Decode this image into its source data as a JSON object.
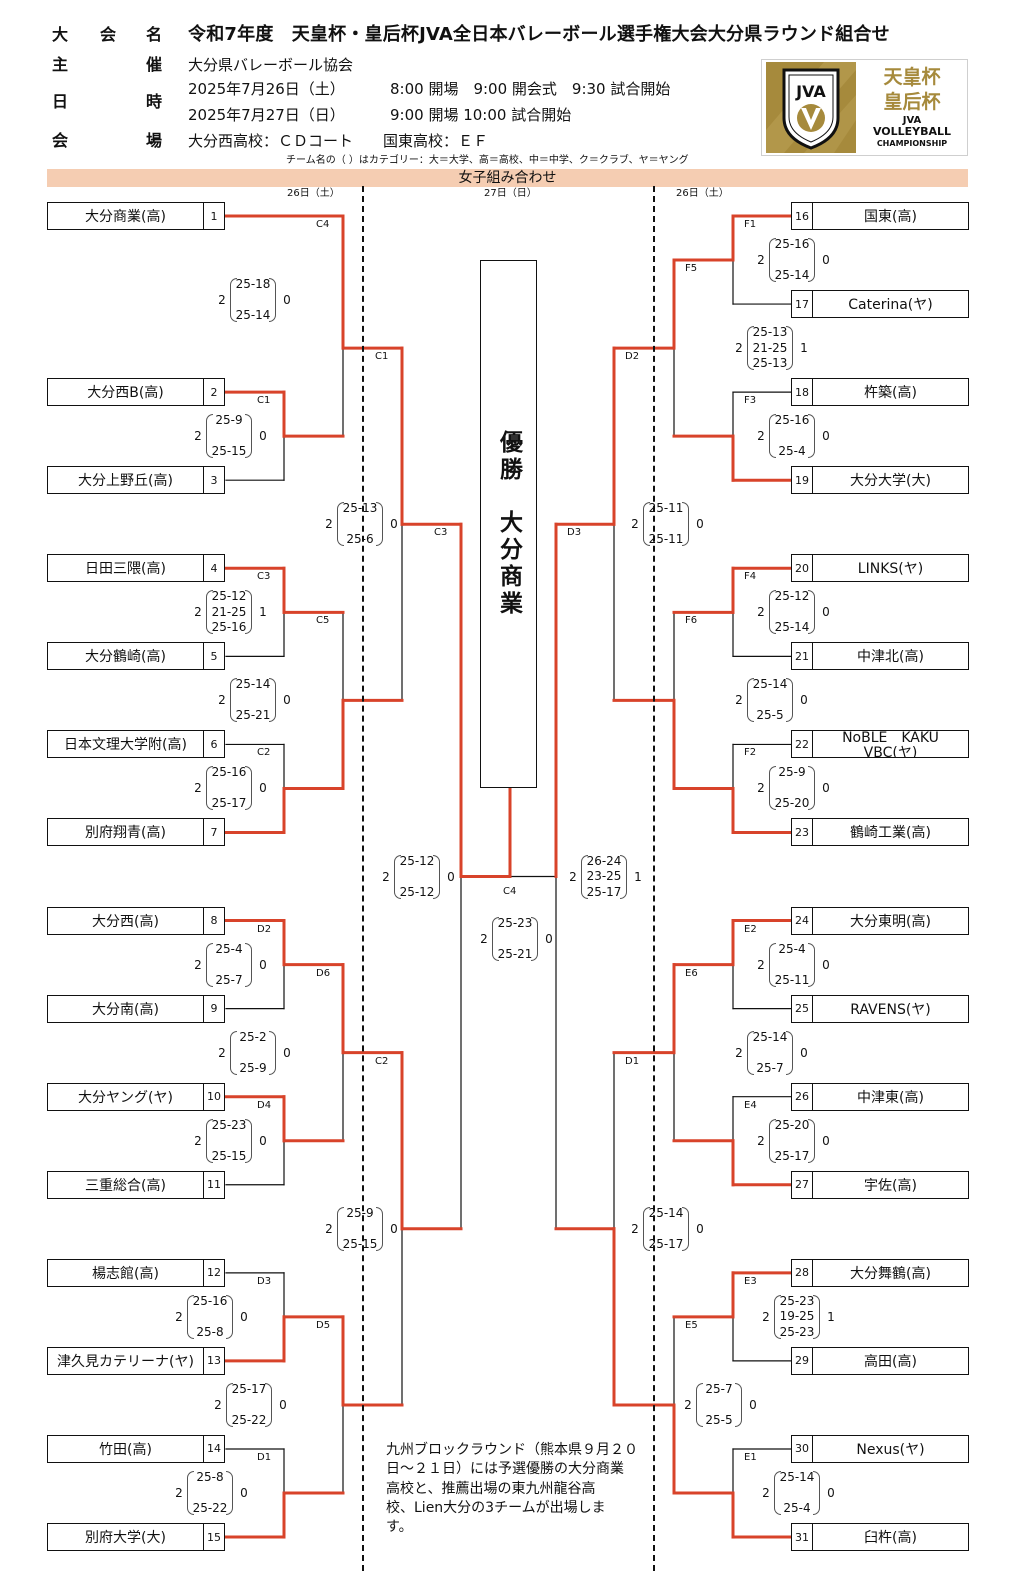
{
  "header": {
    "title_label": [
      "大",
      "会",
      "名"
    ],
    "title": "令和7年度　天皇杯・皇后杯JVA全日本バレーボール選手権大会大分県ラウンド組合せ",
    "organizer_label": [
      "主",
      "催"
    ],
    "organizer": "大分県バレーボール協会",
    "schedule_label": [
      "日",
      "時"
    ],
    "schedule": [
      {
        "date": "2025年7月26日（土）",
        "events": "8:00 開場　9:00 開会式　9:30 試合開始"
      },
      {
        "date": "2025年7月27日（日）",
        "events": "9:00 開場 10:00 試合開始"
      }
    ],
    "venue_label": [
      "会",
      "場"
    ],
    "venue": "大分西高校：ＣＤコート　　国東高校：ＥＦ",
    "category_note": "チーム名の（ ）はカテゴリー：大＝大学、高＝高校、中＝中学、ク＝クラブ、ヤ＝ヤング"
  },
  "logo": {
    "emblem": "JVA",
    "line1": "天皇杯",
    "dot": "・",
    "line2": "皇后杯",
    "line3": "JVA",
    "line4": "VOLLEYBALL",
    "line5": "CHAMPIONSHIP",
    "gold": "#a68a3c"
  },
  "section_title": "女子組み合わせ",
  "day_labels": {
    "left": "26日（土）",
    "center": "27日（日）",
    "right": "26日（土）"
  },
  "champion": {
    "title": "優勝",
    "team": "大分商業"
  },
  "colors": {
    "winner_line": "#d8432a",
    "header_band": "#f5cdb2"
  },
  "teams": [
    {
      "seed": 1,
      "name": "大分商業(高)"
    },
    {
      "seed": 2,
      "name": "大分西B(高)"
    },
    {
      "seed": 3,
      "name": "大分上野丘(高)"
    },
    {
      "seed": 4,
      "name": "日田三隈(高)"
    },
    {
      "seed": 5,
      "name": "大分鶴崎(高)"
    },
    {
      "seed": 6,
      "name": "日本文理大学附(高)"
    },
    {
      "seed": 7,
      "name": "別府翔青(高)"
    },
    {
      "seed": 8,
      "name": "大分西(高)"
    },
    {
      "seed": 9,
      "name": "大分南(高)"
    },
    {
      "seed": 10,
      "name": "大分ヤング(ヤ)"
    },
    {
      "seed": 11,
      "name": "三重総合(高)"
    },
    {
      "seed": 12,
      "name": "楊志館(高)"
    },
    {
      "seed": 13,
      "name": "津久見カテリーナ(ヤ)"
    },
    {
      "seed": 14,
      "name": "竹田(高)"
    },
    {
      "seed": 15,
      "name": "別府大学(大)"
    },
    {
      "seed": 16,
      "name": "国東(高)"
    },
    {
      "seed": 17,
      "name": "Caterina(ヤ)"
    },
    {
      "seed": 18,
      "name": "杵築(高)"
    },
    {
      "seed": 19,
      "name": "大分大学(大)"
    },
    {
      "seed": 20,
      "name": "LINKS(ヤ)"
    },
    {
      "seed": 21,
      "name": "中津北(高)"
    },
    {
      "seed": 22,
      "name": "NoBLE　KAKU VBC(ヤ)"
    },
    {
      "seed": 23,
      "name": "鶴崎工業(高)"
    },
    {
      "seed": 24,
      "name": "大分東明(高)"
    },
    {
      "seed": 25,
      "name": "RAVENS(ヤ)"
    },
    {
      "seed": 26,
      "name": "中津東(高)"
    },
    {
      "seed": 27,
      "name": "宇佐(高)"
    },
    {
      "seed": 28,
      "name": "大分舞鶴(高)"
    },
    {
      "seed": 29,
      "name": "高田(高)"
    },
    {
      "seed": 30,
      "name": "Nexus(ヤ)"
    },
    {
      "seed": 31,
      "name": "臼杵(高)"
    }
  ],
  "bracket": {
    "final": {
      "code": "C4",
      "score": [
        "2",
        "0"
      ],
      "sets": [
        "25-23",
        "25-21"
      ],
      "winner": "left",
      "left": {
        "code": "C3",
        "score": [
          "2",
          "0"
        ],
        "sets": [
          "25-12",
          "25-12"
        ],
        "winner": "top",
        "top": {
          "code": "C1",
          "score": [
            "2",
            "0"
          ],
          "sets": [
            "25-13",
            "25-6"
          ],
          "winner": "top",
          "top": {
            "code": "C4",
            "score": [
              "2",
              "0"
            ],
            "sets": [
              "25-18",
              "25-14"
            ],
            "winner": "top",
            "top": {
              "seed": 1
            },
            "bottom": {
              "code": "C1",
              "score": [
                "2",
                "0"
              ],
              "sets": [
                "25-9",
                "25-15"
              ],
              "winner": "top",
              "top": {
                "seed": 2
              },
              "bottom": {
                "seed": 3
              }
            }
          },
          "bottom": {
            "code": "C5",
            "score": [
              "2",
              "0"
            ],
            "sets": [
              "25-14",
              "25-21"
            ],
            "winner": "bottom",
            "top": {
              "code": "C3",
              "score": [
                "2",
                "1"
              ],
              "sets": [
                "25-12",
                "21-25",
                "25-16"
              ],
              "winner": "top",
              "top": {
                "seed": 4
              },
              "bottom": {
                "seed": 5
              }
            },
            "bottom": {
              "code": "C2",
              "score": [
                "2",
                "0"
              ],
              "sets": [
                "25-16",
                "25-17"
              ],
              "winner": "bottom",
              "top": {
                "seed": 6
              },
              "bottom": {
                "seed": 7
              }
            }
          }
        },
        "bottom": {
          "code": "C2",
          "score": [
            "2",
            "0"
          ],
          "sets": [
            "25-9",
            "25-15"
          ],
          "winner": "top",
          "top": {
            "code": "D6",
            "score": [
              "2",
              "0"
            ],
            "sets": [
              "25-2",
              "25-9"
            ],
            "winner": "top",
            "top": {
              "code": "D2",
              "score": [
                "2",
                "0"
              ],
              "sets": [
                "25-4",
                "25-7"
              ],
              "winner": "top",
              "top": {
                "seed": 8
              },
              "bottom": {
                "seed": 9
              }
            },
            "bottom": {
              "code": "D4",
              "score": [
                "2",
                "0"
              ],
              "sets": [
                "25-23",
                "25-15"
              ],
              "winner": "top",
              "top": {
                "seed": 10
              },
              "bottom": {
                "seed": 11
              }
            }
          },
          "bottom": {
            "code": "D5",
            "score": [
              "2",
              "0"
            ],
            "sets": [
              "25-17",
              "25-22"
            ],
            "winner": "top",
            "top": {
              "code": "D3",
              "score": [
                "2",
                "0"
              ],
              "sets": [
                "25-16",
                "25-8"
              ],
              "winner": "bottom",
              "top": {
                "seed": 12
              },
              "bottom": {
                "seed": 13
              }
            },
            "bottom": {
              "code": "D1",
              "score": [
                "2",
                "0"
              ],
              "sets": [
                "25-8",
                "25-22"
              ],
              "winner": "bottom",
              "top": {
                "seed": 14
              },
              "bottom": {
                "seed": 15
              }
            }
          }
        }
      },
      "right": {
        "code": "D3",
        "score": [
          "2",
          "1"
        ],
        "sets": [
          "26-24",
          "23-25",
          "25-17"
        ],
        "winner": "top",
        "top": {
          "code": "D2",
          "score": [
            "2",
            "0"
          ],
          "sets": [
            "25-11",
            "25-11"
          ],
          "winner": "top",
          "top": {
            "code": "F5",
            "score": [
              "2",
              "1"
            ],
            "sets": [
              "25-13",
              "21-25",
              "25-13"
            ],
            "winner": "top",
            "top": {
              "code": "F1",
              "score": [
                "2",
                "0"
              ],
              "sets": [
                "25-16",
                "25-14"
              ],
              "winner": "top",
              "top": {
                "seed": 16
              },
              "bottom": {
                "seed": 17
              }
            },
            "bottom": {
              "code": "F3",
              "score": [
                "2",
                "0"
              ],
              "sets": [
                "25-16",
                "25-4"
              ],
              "winner": "bottom",
              "top": {
                "seed": 18
              },
              "bottom": {
                "seed": 19
              }
            }
          },
          "bottom": {
            "code": "F6",
            "score": [
              "2",
              "0"
            ],
            "sets": [
              "25-14",
              "25-5"
            ],
            "winner": "bottom",
            "top": {
              "code": "F4",
              "score": [
                "2",
                "0"
              ],
              "sets": [
                "25-12",
                "25-14"
              ],
              "winner": "top",
              "top": {
                "seed": 20
              },
              "bottom": {
                "seed": 21
              }
            },
            "bottom": {
              "code": "F2",
              "score": [
                "2",
                "0"
              ],
              "sets": [
                "25-9",
                "25-20"
              ],
              "winner": "bottom",
              "top": {
                "seed": 22
              },
              "bottom": {
                "seed": 23
              }
            }
          }
        },
        "bottom": {
          "code": "D1",
          "score": [
            "2",
            "0"
          ],
          "sets": [
            "25-14",
            "25-17"
          ],
          "winner": "bottom",
          "top": {
            "code": "E6",
            "score": [
              "2",
              "0"
            ],
            "sets": [
              "25-14",
              "25-7"
            ],
            "winner": "top",
            "top": {
              "code": "E2",
              "score": [
                "2",
                "0"
              ],
              "sets": [
                "25-4",
                "25-11"
              ],
              "winner": "top",
              "top": {
                "seed": 24
              },
              "bottom": {
                "seed": 25
              }
            },
            "bottom": {
              "code": "E4",
              "score": [
                "2",
                "0"
              ],
              "sets": [
                "25-20",
                "25-17"
              ],
              "winner": "bottom",
              "top": {
                "seed": 26
              },
              "bottom": {
                "seed": 27
              }
            }
          },
          "bottom": {
            "code": "E5",
            "score": [
              "2",
              "0"
            ],
            "sets": [
              "25-7",
              "25-5"
            ],
            "winner": "bottom",
            "top": {
              "code": "E3",
              "score": [
                "2",
                "1"
              ],
              "sets": [
                "25-23",
                "19-25",
                "25-23"
              ],
              "winner": "top",
              "top": {
                "seed": 28
              },
              "bottom": {
                "seed": 29
              }
            },
            "bottom": {
              "code": "E1",
              "score": [
                "2",
                "0"
              ],
              "sets": [
                "25-14",
                "25-4"
              ],
              "winner": "bottom",
              "top": {
                "seed": 30
              },
              "bottom": {
                "seed": 31
              }
            }
          }
        }
      }
    }
  },
  "note_lines": [
    "九州ブロックラウンド（熊本県９月２０",
    "日～２１日）には予選優勝の大分商業",
    "高校と、推薦出場の東九州龍谷高",
    "校、Lien大分の3チームが出場しま",
    "す。"
  ]
}
